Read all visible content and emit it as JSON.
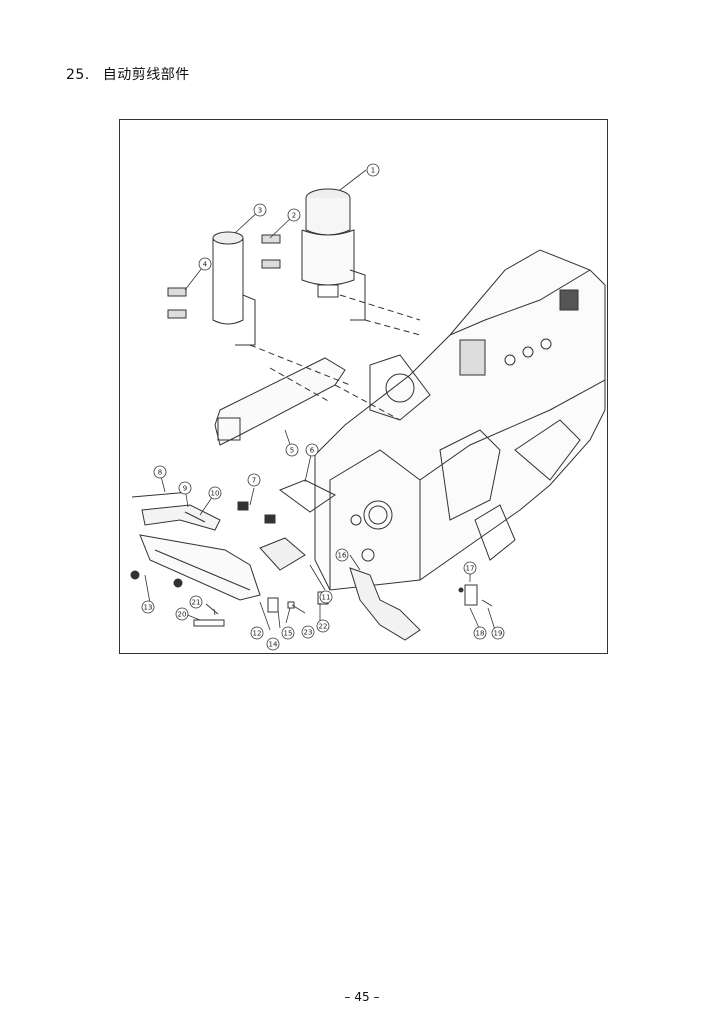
{
  "heading": {
    "number": "25.",
    "title": "自动剪线部件"
  },
  "callouts": [
    "1",
    "2",
    "3",
    "4",
    "5",
    "6",
    "7",
    "8",
    "9",
    "10",
    "11",
    "12",
    "13",
    "14",
    "15",
    "16",
    "17",
    "18",
    "19",
    "20",
    "21",
    "22",
    "23"
  ],
  "footer": {
    "page": "– 45 –"
  }
}
